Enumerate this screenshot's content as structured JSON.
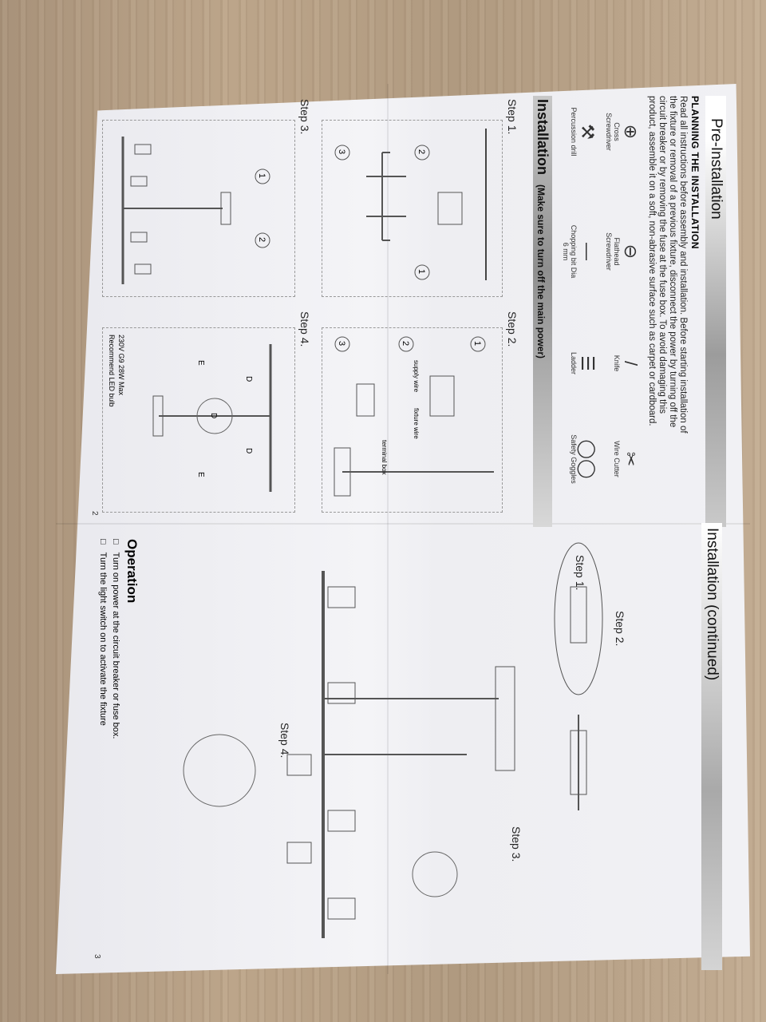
{
  "left_page": {
    "title": "Pre-Installation",
    "subtitle": "PLANNING THE INSTALLATION",
    "intro": "Read all instructions before assembly and installation. Before starting installation of the fixture or removal of a previous fixture, disconnect the power by turning off the circuit breaker or by removing the fuse at the fuse box. To avoid damaging this product, assemble it on a soft, non-abrasive surface such as carpet or cardboard.",
    "tools": [
      {
        "label": "Cross Screwdriver",
        "icon": "cross-screwdriver-icon"
      },
      {
        "label": "Flathead Screwdriver",
        "icon": "flathead-screwdriver-icon"
      },
      {
        "label": "Knife",
        "icon": "knife-icon"
      },
      {
        "label": "Wire Cutter",
        "icon": "wire-cutter-icon"
      },
      {
        "label": "Percussion drill",
        "icon": "drill-icon"
      },
      {
        "label": "Chopping bit Dia 6 mm",
        "icon": "drill-bit-icon"
      },
      {
        "label": "Ladder",
        "icon": "ladder-icon"
      },
      {
        "label": "Safety Goggles",
        "icon": "goggles-icon"
      }
    ],
    "installation_heading": "Installation",
    "installation_note": "(Make sure to turn off the main power)",
    "steps": [
      "Step 1.",
      "Step 2.",
      "Step 3.",
      "Step 4."
    ],
    "wire_labels": [
      "supply wire",
      "fixture wire",
      "terminal box"
    ],
    "bulb_note_1": "230V G9 28W Max",
    "bulb_note_2": "Recommend LED bulb",
    "letters": [
      "E",
      "D"
    ],
    "circled": [
      "1",
      "2",
      "3"
    ],
    "page_number": "2"
  },
  "right_page": {
    "title": "Installation (continued)",
    "steps": [
      "Step 1.",
      "Step 2.",
      "Step 3.",
      "Step 4."
    ],
    "operation_heading": "Operation",
    "operation_items": [
      "Turn on power at the circuit breaker or fuse box.",
      "Turn the light switch on to activate the fixture"
    ],
    "page_number": "3"
  }
}
